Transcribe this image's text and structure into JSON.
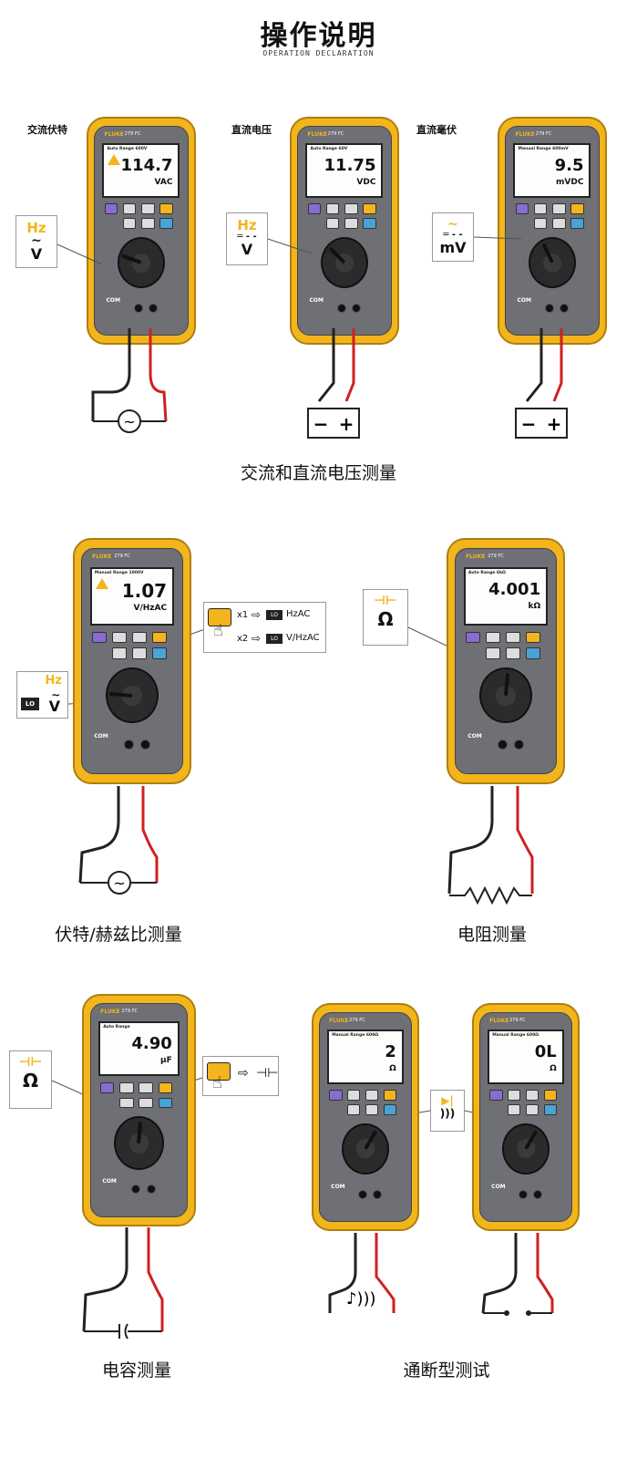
{
  "header": {
    "title": "操作说明",
    "subtitle": "OPERATION DECLARATION"
  },
  "brand": {
    "name": "FLUKE",
    "model": "279 FC",
    "com_label": "COM",
    "accent": "#f2b51c",
    "red_lead": "#d01f1f",
    "black_lead": "#222222"
  },
  "section1": {
    "labels": [
      "交流伏特",
      "直流电压",
      "直流毫伏"
    ],
    "meter1": {
      "mode": "Auto Range 600V",
      "value": "114.7",
      "unit": "VAC"
    },
    "meter2": {
      "mode": "Auto Range 60V",
      "value": "11.75",
      "unit": "VDC"
    },
    "meter3": {
      "mode": "Manual Range 600mV",
      "value": "9.5",
      "unit": "mVDC"
    },
    "callout1": {
      "top": "Hz",
      "bottom": "V"
    },
    "callout2": {
      "top": "Hz",
      "bottom": "V"
    },
    "callout3": {
      "bottom": "mV"
    },
    "caption": "交流和直流电压测量"
  },
  "section2": {
    "meter1": {
      "mode": "Manual Range 1000V",
      "value": "1.07",
      "unit": "V/HzAC"
    },
    "meter2": {
      "mode": "Auto Range 6kΩ",
      "value": "4.001",
      "unit": "kΩ"
    },
    "callout_hz": {
      "top": "Hz",
      "bottom": "V",
      "lo": "LO"
    },
    "press": {
      "x1": "x1",
      "x2": "x2",
      "r1": "HzAC",
      "r2": "V/HzAC",
      "lo": "LO"
    },
    "callout_ohm": {
      "bottom": "Ω"
    },
    "caption_left": "伏特/赫兹比测量",
    "caption_right": "电阻测量"
  },
  "section3": {
    "meter1": {
      "mode": "Auto Range",
      "value": "4.90",
      "unit": "μF"
    },
    "meter2": {
      "mode": "Manual Range 600Ω",
      "value": "2",
      "unit": "Ω"
    },
    "meter3": {
      "mode": "Manual Range 600Ω",
      "value": "0L",
      "unit": "Ω"
    },
    "callout_cap": {
      "bottom": "Ω"
    },
    "caption_left": "电容测量",
    "caption_right": "通断型测试"
  }
}
